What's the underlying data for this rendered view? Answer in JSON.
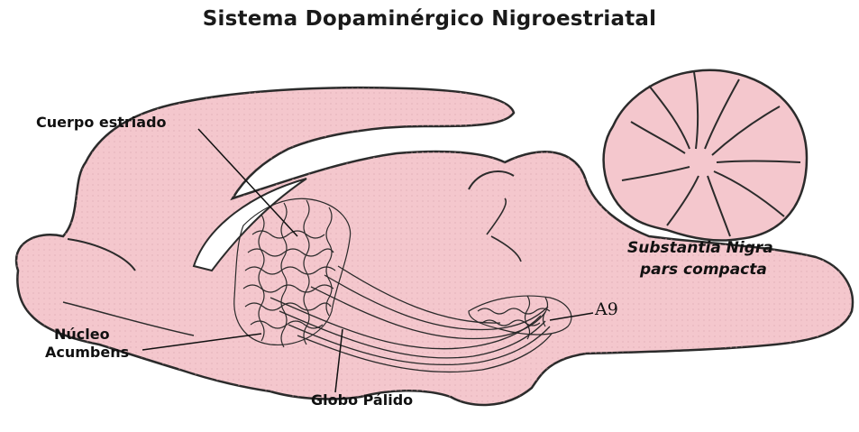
{
  "title": "Sistema Dopaminérgico Nigroestriatal",
  "labels": {
    "cuerpo_estriado": "Cuerpo estriado",
    "nucleo": "Núcleo",
    "acumbens": "Acumbens",
    "globo_palido": "Globo Pálido",
    "substantia_nigra_line1": "Substantia Nigra",
    "substantia_nigra_line2": "pars compacta",
    "a9": "A9"
  },
  "colors": {
    "tissue": "#f4c7cd",
    "outline": "#2b2b2b",
    "fibers": "#2a2a2a"
  }
}
